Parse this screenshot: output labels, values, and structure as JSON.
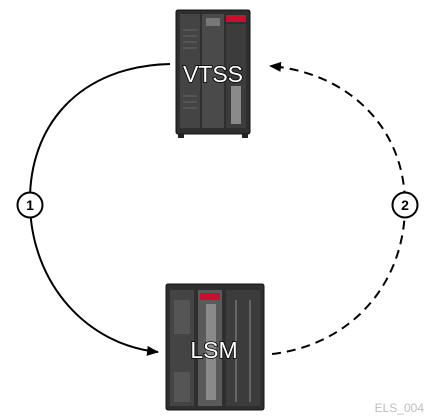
{
  "devices": {
    "vtss": {
      "label": "VTSS"
    },
    "lsm": {
      "label": "LSM"
    }
  },
  "steps": [
    {
      "number": "1",
      "line_style": "solid"
    },
    {
      "number": "2",
      "line_style": "dashed"
    }
  ],
  "figure_id": "ELS_004",
  "colors": {
    "rack_dark": "#2f2f2f",
    "rack_mid": "#555555",
    "rack_light": "#8a8a8a",
    "accent": "#c8102e",
    "line": "#000000",
    "figure_id": "#bdbdbd"
  }
}
